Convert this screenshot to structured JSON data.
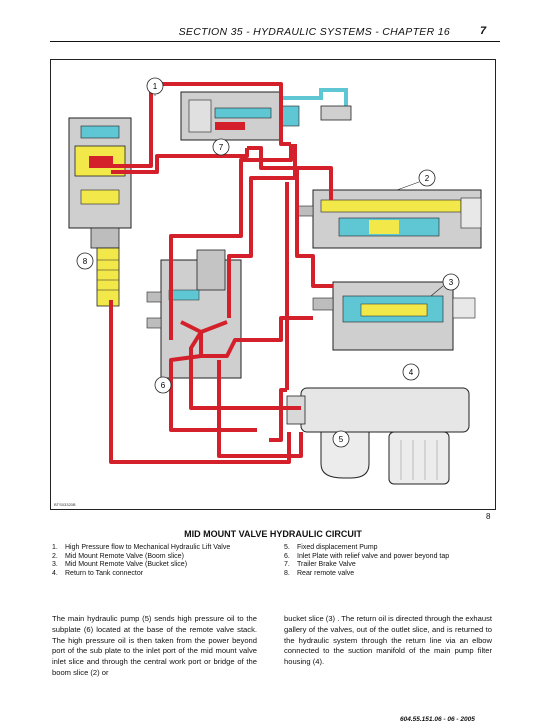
{
  "header": {
    "section_title": "SECTION 35 - HYDRAULIC SYSTEMS - CHAPTER 16",
    "page_number": "7"
  },
  "figure": {
    "id": "BTS03320B",
    "number": "8",
    "callouts": [
      "1",
      "2",
      "3",
      "4",
      "5",
      "6",
      "7",
      "8"
    ]
  },
  "caption": {
    "title": "MID MOUNT VALVE HYDRAULIC CIRCUIT"
  },
  "legend_left": [
    {
      "n": "1.",
      "text": "High Pressure flow to Mechanical Hydraulic Lift Valve"
    },
    {
      "n": "2.",
      "text": "Mid Mount Remote Valve (Boom slice)"
    },
    {
      "n": "3.",
      "text": "Mid Mount Remote Valve (Bucket slice)"
    },
    {
      "n": "4.",
      "text": "Return to Tank connector"
    }
  ],
  "legend_right": [
    {
      "n": "5.",
      "text": "Fixed displacement Pump"
    },
    {
      "n": "6.",
      "text": "Inlet Plate with relief valve and power beyond tap"
    },
    {
      "n": "7.",
      "text": "Trailer Brake Valve"
    },
    {
      "n": "8.",
      "text": "Rear remote valve"
    }
  ],
  "body": {
    "left": "The main hydraulic pump (5) sends high pressure oil to the subplate (6) located at the base of the remote valve stack. The high pressure oil is then taken from the power beyond port of the sub plate to the inlet port of the mid mount valve inlet slice and through the central work port or bridge of the boom slice (2) or",
    "right": "bucket slice (3) . The return oil is directed through the exhaust gallery of the valves, out of the outlet slice, and is returned to the hydraulic system through the return line via an elbow connected to the suction manifold of the main pump filter housing (4)."
  },
  "footer": {
    "doc_ref": "604.55.151.06 - 06 - 2005"
  },
  "colors": {
    "pressure": "#d4202a",
    "return": "#5fc6d4",
    "valve_body": "#cfcfcf",
    "spool": "#f2e84a"
  }
}
